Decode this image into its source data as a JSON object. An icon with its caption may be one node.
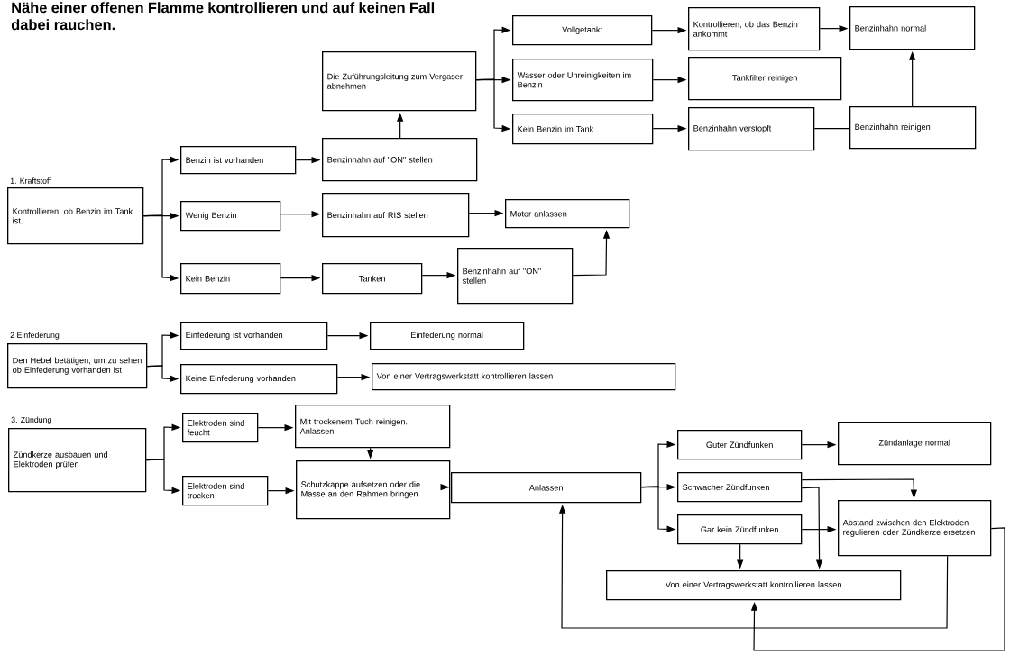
{
  "diagram": {
    "nodes": [
      {
        "text": [
          "1. Kraftstoff",
          "Kontrollieren, ob Benzin im Tank ist."
        ]
      },
      {
        "text": [
          "Benzin ist vorhanden"
        ]
      },
      {
        "text": [
          "Benzinhahn auf \"ON\" stellen"
        ]
      },
      {
        "text": [
          "Die Zuführungsleitung zum Vergaser abnehmen"
        ]
      },
      {
        "text": [
          "Vollgetankt"
        ]
      },
      {
        "text": [
          "Wasser oder Unreinigkeiten im Benzin"
        ]
      },
      {
        "text": [
          "Kein Benzin im Tank"
        ]
      },
      {
        "text": [
          "Kontrollieren, ob das Benzin ankommt"
        ]
      },
      {
        "text": [
          "Tankfilter reinigen"
        ]
      },
      {
        "text": [
          "Benzinhahn normal"
        ]
      },
      {
        "text": [
          "Benzinhahn verstopft"
        ]
      },
      {
        "text": [
          "Benzinhahn reinigen"
        ]
      },
      {
        "text": [
          "Wenig Benzin"
        ]
      },
      {
        "text": [
          "Benzinhahn auf RIS stellen"
        ]
      },
      {
        "text": [
          "Motor anlassen"
        ]
      },
      {
        "text": [
          "Kein Benzin"
        ]
      },
      {
        "text": [
          "Tanken"
        ]
      },
      {
        "text": [
          "Benzinhahn auf \"ON\" stellen"
        ]
      },
      {
        "text": [
          "2 Einfederung",
          "Den Hebel betätigen, um zu sehen ob Einfederung vorhanden ist"
        ]
      },
      {
        "text": [
          "Einfederung ist vorhanden"
        ]
      },
      {
        "text": [
          "Einfederung normal"
        ]
      },
      {
        "text": [
          "Keine Einfederung vorhanden"
        ]
      },
      {
        "text": [
          "Von einer Vertragswerkstatt kontrollieren lassen"
        ]
      },
      {
        "text": [
          "3. Zündung",
          "Zündkerze ausbauen und Elektroden prüfen"
        ]
      },
      {
        "text": [
          "Elektroden sind feucht"
        ]
      },
      {
        "text": [
          "Mit trockenem Tuch reinigen. Anlassen"
        ]
      },
      {
        "text": [
          "Elektroden sind trocken"
        ]
      },
      {
        "text": [
          "Schutzkappe aufsetzen oder die Masse an den Rahmen bringen"
        ]
      },
      {
        "text": [
          "Anlassen"
        ]
      },
      {
        "text": [
          "Guter Zündfunken"
        ]
      },
      {
        "text": [
          "Zündanlage normal"
        ]
      },
      {
        "text": [
          "Schwacher Zündfunken"
        ]
      },
      {
        "text": [
          "Gar kein Zündfunken"
        ]
      },
      {
        "text": [
          "Abstand zwischen den Elektroden regulieren oder Zündkerze ersetzen"
        ]
      },
      {
        "text": [
          "Von einer Vertragswerkstatt kontrollieren lassen"
        ]
      }
    ],
    "edges": [
      {
        "from": 0,
        "to": 1,
        "arrow": "to"
      },
      {
        "from": 0,
        "to": 12,
        "arrow": "to"
      },
      {
        "from": 0,
        "to": 15,
        "arrow": "to"
      },
      {
        "from": 1,
        "to": 2,
        "arrow": "to"
      },
      {
        "from": 2,
        "to": 3,
        "arrow": "to"
      },
      {
        "from": 3,
        "to": 4,
        "arrow": "to"
      },
      {
        "from": 3,
        "to": 5,
        "arrow": "to"
      },
      {
        "from": 3,
        "to": 6,
        "arrow": "to"
      },
      {
        "from": 4,
        "to": 7,
        "arrow": "to"
      },
      {
        "from": 5,
        "to": 8,
        "arrow": "to"
      },
      {
        "from": 6,
        "to": 10,
        "arrow": "to"
      },
      {
        "from": 10,
        "to": 11,
        "arrow": "none"
      },
      {
        "from": 11,
        "to": 9,
        "arrow": "to"
      },
      {
        "from": 7,
        "to": 9,
        "arrow": "to"
      },
      {
        "from": 12,
        "to": 13,
        "arrow": "to"
      },
      {
        "from": 13,
        "to": 14,
        "arrow": "to"
      },
      {
        "from": 15,
        "to": 16,
        "arrow": "to"
      },
      {
        "from": 16,
        "to": 17,
        "arrow": "to"
      },
      {
        "from": 17,
        "to": 14,
        "arrow": "to"
      },
      {
        "from": 18,
        "to": 19,
        "arrow": "to"
      },
      {
        "from": 18,
        "to": 21,
        "arrow": "to"
      },
      {
        "from": 19,
        "to": 20,
        "arrow": "to"
      },
      {
        "from": 21,
        "to": 22,
        "arrow": "to"
      },
      {
        "from": 23,
        "to": 24,
        "arrow": "to"
      },
      {
        "from": 23,
        "to": 26,
        "arrow": "to"
      },
      {
        "from": 24,
        "to": 25,
        "arrow": "to"
      },
      {
        "from": 25,
        "to": 27,
        "arrow": "to"
      },
      {
        "from": 26,
        "to": 27,
        "arrow": "to"
      },
      {
        "from": 27,
        "to": 28,
        "arrow": "to"
      },
      {
        "from": 28,
        "to": 29,
        "arrow": "to"
      },
      {
        "from": 28,
        "to": 31,
        "arrow": "to"
      },
      {
        "from": 28,
        "to": 32,
        "arrow": "to"
      },
      {
        "from": 29,
        "to": 30,
        "arrow": "to"
      },
      {
        "from": 31,
        "to": 33,
        "arrow": "to"
      },
      {
        "from": 31,
        "to": 34,
        "arrow": "to"
      },
      {
        "from": 32,
        "to": 33,
        "arrow": "to"
      },
      {
        "from": 32,
        "to": 34,
        "arrow": "to"
      },
      {
        "from": 33,
        "to": 28,
        "arrow": "to"
      },
      {
        "from": 33,
        "to": 34,
        "arrow": "to"
      }
    ],
    "labels": [
      "Nähe einer offenen Flamme kontrollieren und auf keinen Fall dabei rauchen."
    ]
  }
}
